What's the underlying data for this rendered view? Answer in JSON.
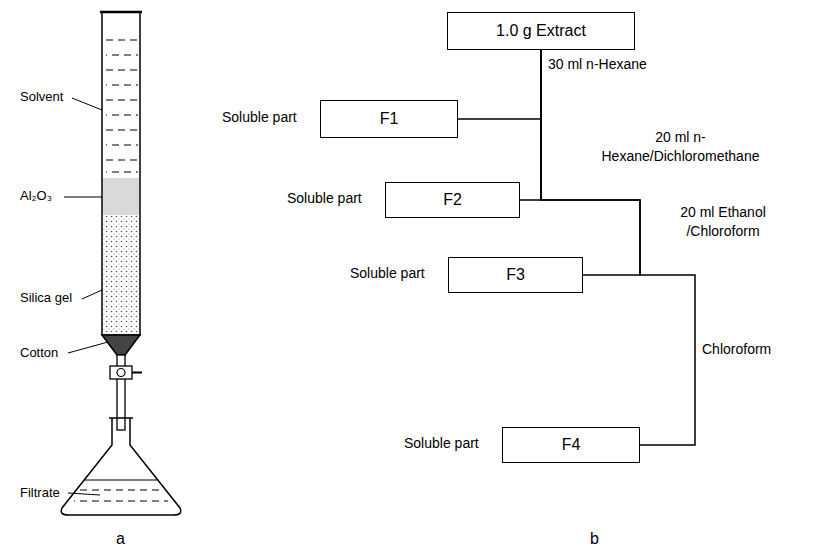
{
  "diagram": {
    "nodes": [
      {
        "text": [
          "1.0 g Extract"
        ]
      },
      {
        "text": [
          "F1"
        ]
      },
      {
        "text": [
          "F2"
        ]
      },
      {
        "text": [
          "F3"
        ]
      },
      {
        "text": [
          "F4"
        ]
      }
    ],
    "edges": [
      {
        "from": 0,
        "to": 1,
        "arrow": "none",
        "label": "30 ml n-Hexane"
      },
      {
        "from": 0,
        "to": 2,
        "arrow": "none",
        "label": "20 ml n-Hexane/Dichloromethane"
      },
      {
        "from": 0,
        "to": 3,
        "arrow": "none",
        "label": "20 ml Ethanol /Chloroform"
      },
      {
        "from": 0,
        "to": 4,
        "arrow": "none",
        "label": "Chloroform"
      }
    ],
    "labels": [
      "Solvent",
      "Al₂O₃",
      "Silica gel",
      "Cotton",
      "Filtrate",
      "a",
      "Soluble part",
      "Soluble part",
      "Soluble part",
      "Soluble part",
      "b"
    ]
  }
}
